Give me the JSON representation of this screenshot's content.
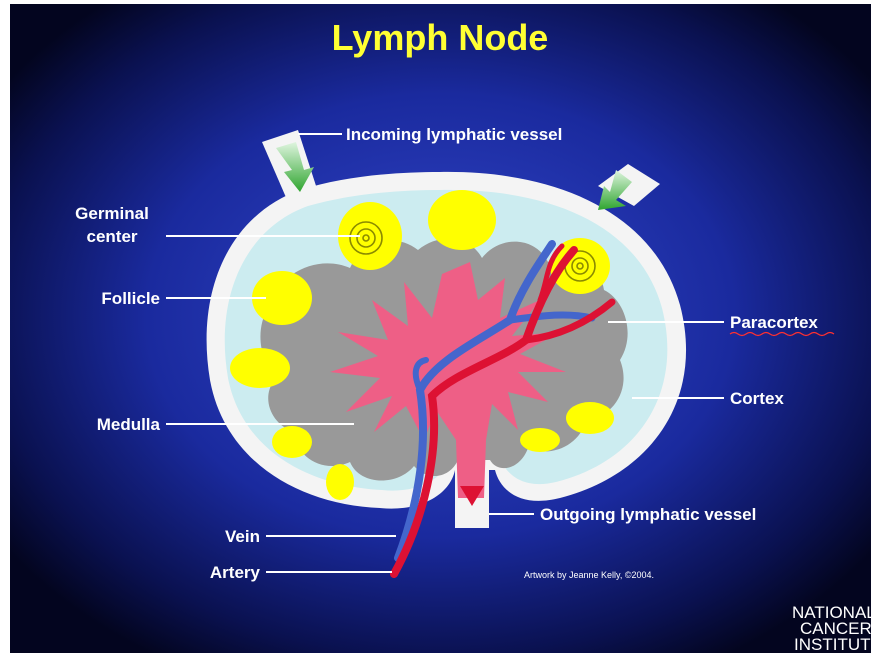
{
  "title": "Lymph Node",
  "labels": {
    "incoming_vessel": "Incoming lymphatic vessel",
    "germinal_center_line1": "Germinal",
    "germinal_center_line2": "center",
    "follicle": "Follicle",
    "medulla": "Medulla",
    "vein": "Vein",
    "artery": "Artery",
    "paracortex": "Paracortex",
    "cortex": "Cortex",
    "outgoing_vessel": "Outgoing lymphatic vessel"
  },
  "credit": "Artwork by Jeanne Kelly, ©2004.",
  "logo": {
    "line1": "NATIONAL",
    "line2": "CANCER",
    "line3": "INSTITUTE"
  },
  "colors": {
    "background_center": "#2f45c8",
    "background_edge": "#04072a",
    "title": "#ffff33",
    "label": "#ffffff",
    "capsule": "#f4f4f4",
    "lymph": "#ccecf0",
    "paracortex": "#999999",
    "medulla": "#ee5f86",
    "follicle": "#ffff00",
    "vein": "#4466cc",
    "artery": "#dd1133",
    "flow_arrow": "#33aa33"
  }
}
